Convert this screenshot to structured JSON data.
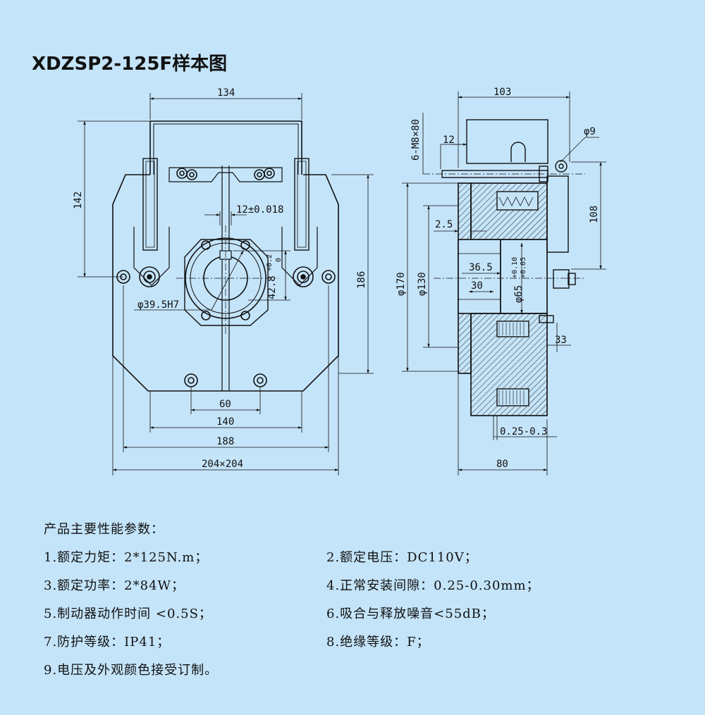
{
  "title": "XDZSP2-125F样本图",
  "dimensions": {
    "front": {
      "top_width": "134",
      "height_142": "142",
      "keyway": "12±0.018",
      "keyway_depth_tol_top": "+0.2",
      "keyway_depth_tol_bot": "0",
      "keyway_depth": "42.8",
      "height_186": "186",
      "bore": "φ39.5H7",
      "bolt_spacing": "60",
      "width_140": "140",
      "width_188": "188",
      "overall": "204×204"
    },
    "side": {
      "top_width": "103",
      "screws": "6-M8×80",
      "d12": "12",
      "phi9": "φ9",
      "height_108": "108",
      "d2_5": "2.5",
      "d36_5": "36.5",
      "d30": "30",
      "phi65_tol_top": "+0.10",
      "phi65_tol_bot": "+0.05",
      "phi65": "φ65",
      "phi170": "φ170",
      "phi130": "φ130",
      "d33": "33",
      "gap": "0.25-0.3",
      "width_80": "80"
    }
  },
  "specs": {
    "heading": "产品主要性能参数：",
    "items": [
      "1.额定力矩：2*125N.m；",
      "2.额定电压：DC110V；",
      "3.额定功率：2*84W；",
      "4.正常安装间隙：0.25-0.30mm；",
      "5.制动器动作时间 <0.5S；",
      "6.吸合与释放噪音<55dB；",
      "7.防护等级：IP41；",
      "8.绝缘等级：F；",
      "9.电压及外观颜色接受订制。"
    ]
  }
}
